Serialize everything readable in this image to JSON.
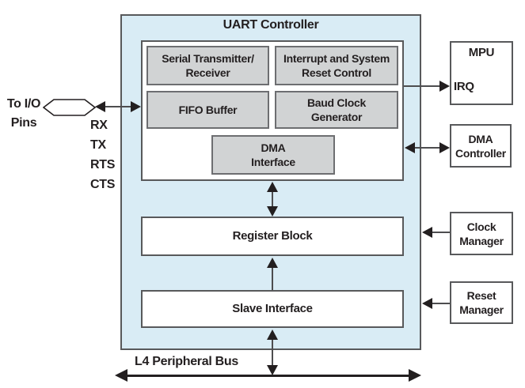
{
  "diagram_title": "UART Controller",
  "io": {
    "label": [
      "To I/O",
      "Pins"
    ],
    "pins": [
      "RX",
      "TX",
      "RTS",
      "CTS"
    ]
  },
  "uart_modules": {
    "serial_transmitter": [
      "Serial Transmitter/",
      "Receiver"
    ],
    "interrupt_reset": [
      "Interrupt and System",
      "Reset Control"
    ],
    "fifo_buffer": "FIFO Buffer",
    "baud_clock": [
      "Baud Clock",
      "Generator"
    ],
    "dma_interface": [
      "DMA",
      "Interface"
    ],
    "register_block": "Register Block",
    "slave_interface": "Slave Interface"
  },
  "external_blocks": {
    "mpu": {
      "title": "MPU",
      "signal": "IRQ"
    },
    "dma_controller": [
      "DMA",
      "Controller"
    ],
    "clock_manager": [
      "Clock",
      "Manager"
    ],
    "reset_manager": [
      "Reset",
      "Manager"
    ]
  },
  "bus": {
    "label": "L4 Peripheral Bus"
  },
  "colors": {
    "panel_fill": "#d9ecf5",
    "module_fill": "#d1d3d4",
    "box_border": "#58595b",
    "module_border": "#6d6e71",
    "connector_line": "#4d4d4f",
    "arrowhead": "#231f20",
    "text": "#231f20"
  }
}
